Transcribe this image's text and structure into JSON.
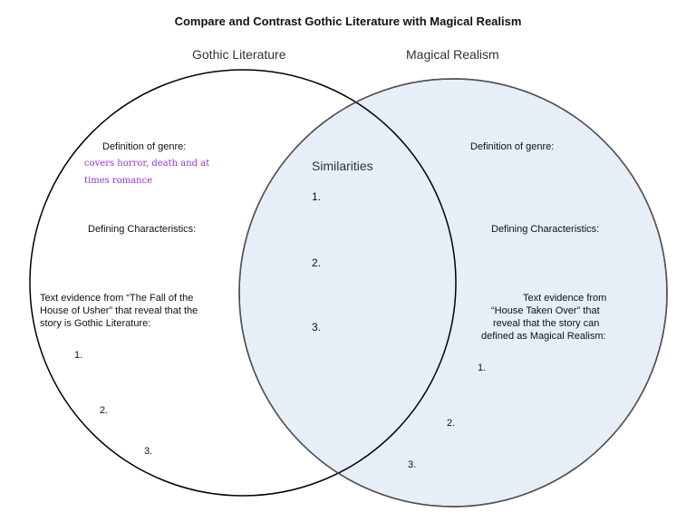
{
  "title": "Compare and Contrast Gothic Literature with Magical Realism",
  "left": {
    "heading": "Gothic Literature",
    "definition_label": "Definition of genre:",
    "definition_text_line1": "covers horror, death and at",
    "definition_text_line2": "times romance",
    "characteristics_label": "Defining Characteristics:",
    "evidence_line1": "Text evidence from “The Fall of the",
    "evidence_line2": "House of Usher” that reveal that the",
    "evidence_line3": "story is Gothic Literature:",
    "items": [
      "1.",
      "2.",
      "3."
    ]
  },
  "center": {
    "heading": "Similarities",
    "items": [
      "1.",
      "2.",
      "3."
    ]
  },
  "right": {
    "heading": "Magical Realism",
    "definition_label": "Definition of genre:",
    "characteristics_label": "Defining Characteristics:",
    "evidence_line1": "Text evidence from",
    "evidence_line2": "“House Taken Over” that",
    "evidence_line3": "reveal that the story can",
    "evidence_line4": "defined as Magical Realism:",
    "items": [
      "1.",
      "2.",
      "3."
    ]
  },
  "colors": {
    "right_fill": "#e6eef8",
    "stroke": "#000000",
    "overlap_stroke": "#555555",
    "accent_text": "#9b30d9"
  }
}
